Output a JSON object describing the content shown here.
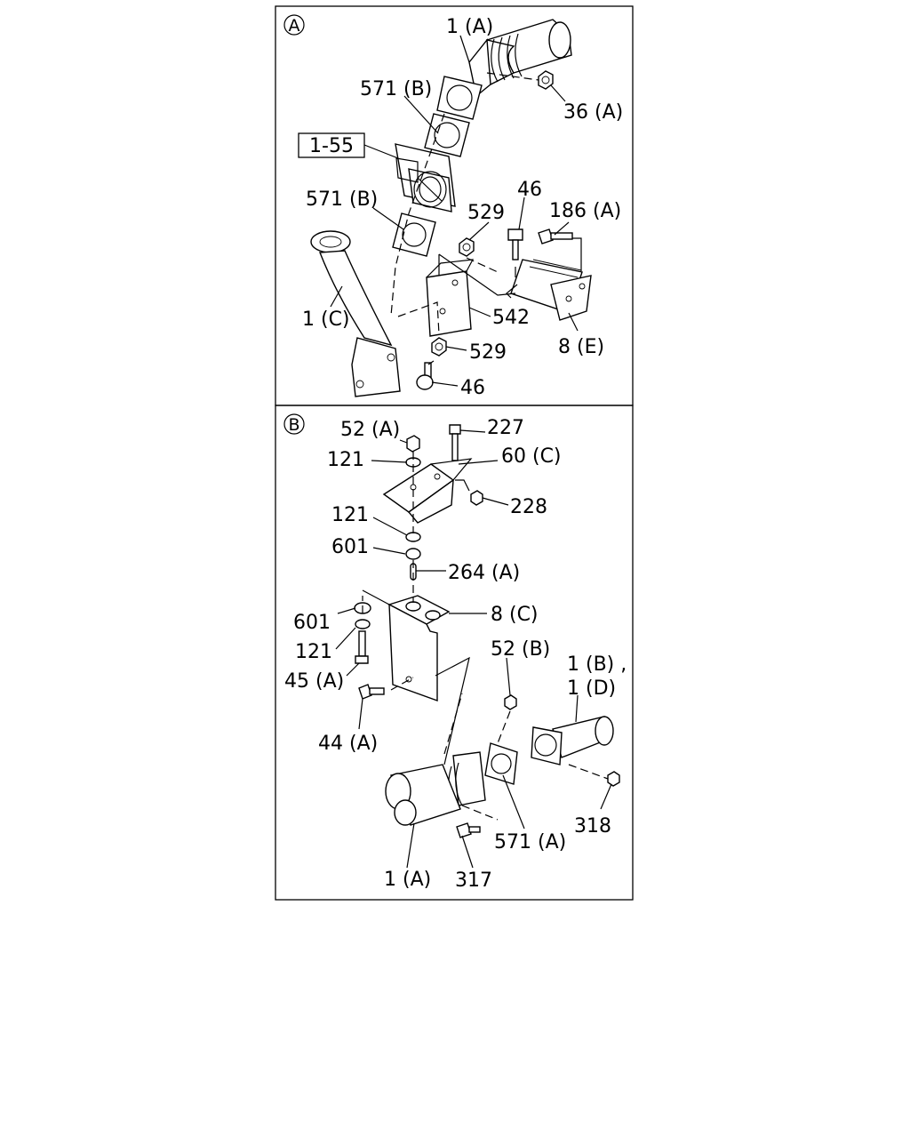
{
  "panels": {
    "a": {
      "marker": "A",
      "ref_box": "1-55",
      "labels": {
        "p1a": "1 (A)",
        "p571b_top": "571 (B)",
        "p36a": "36 (A)",
        "p571b_mid": "571 (B)",
        "p46_top": "46",
        "p186a": "186 (A)",
        "p529_top": "529",
        "p542": "542",
        "p1c": "1 (C)",
        "p8e": "8 (E)",
        "p529_bot": "529",
        "p46_bot": "46"
      }
    },
    "b": {
      "marker": "B",
      "labels": {
        "p52a": "52 (A)",
        "p227": "227",
        "p121_a": "121",
        "p60c": "60 (C)",
        "p228": "228",
        "p121_b": "121",
        "p601_a": "601",
        "p264a": "264 (A)",
        "p601_b": "601",
        "p8c": "8 (C)",
        "p121_c": "121",
        "p45a": "45 (A)",
        "p52b": "52 (B)",
        "p1b": "1 (B) ,",
        "p1d": "1 (D)",
        "p44a": "44 (A)",
        "p318": "318",
        "p571a": "571 (A)",
        "p1a": "1 (A)",
        "p317": "317"
      }
    }
  }
}
